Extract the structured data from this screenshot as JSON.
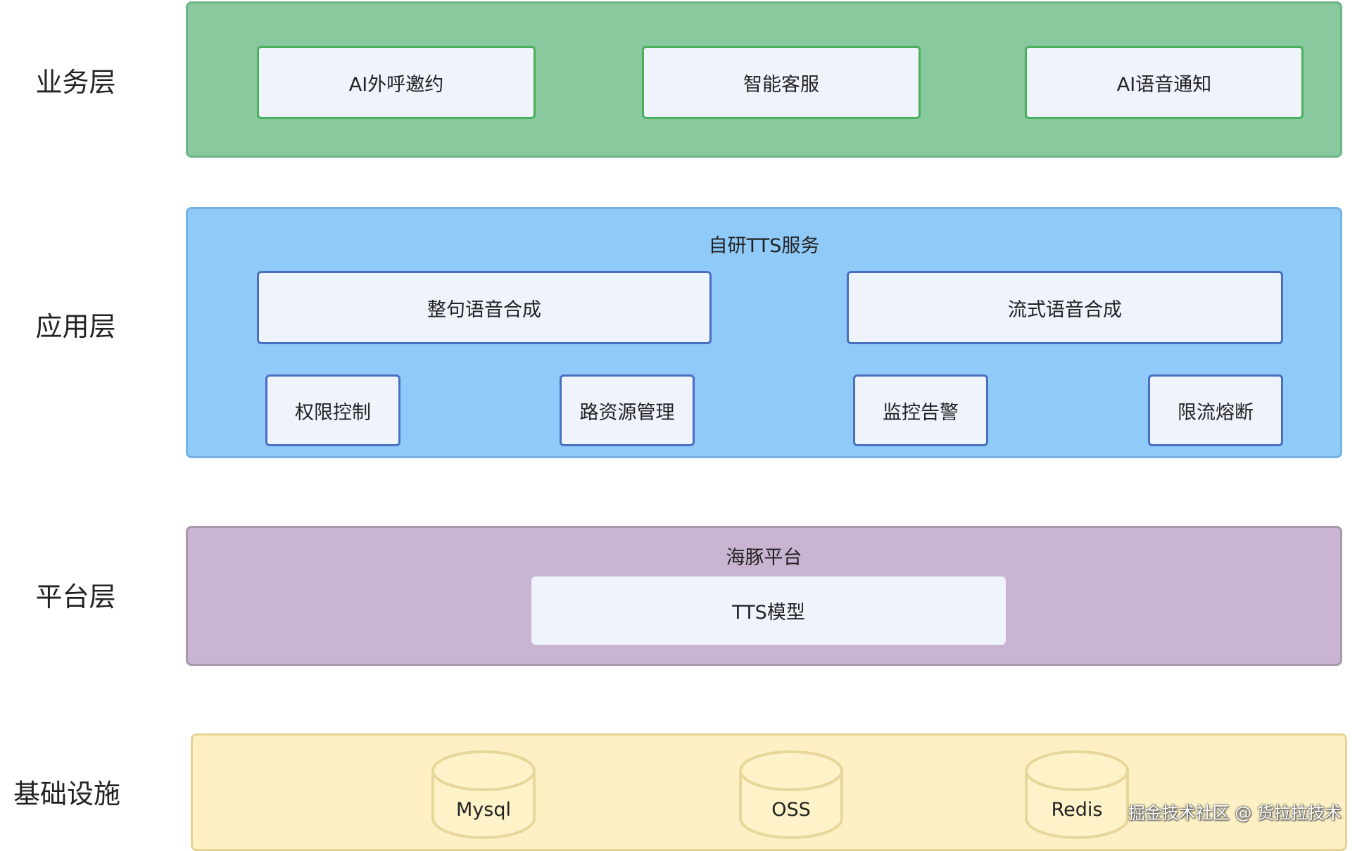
{
  "colors": {
    "business_fill": "#88c99d",
    "business_border": "#6db585",
    "app_fill": "#90caf9",
    "app_border": "#74b2e6",
    "platform_fill": "#c9b5d1",
    "platform_border": "#a898ac",
    "infra_fill": "#fdf0c4",
    "infra_border": "#e5d493",
    "box_fill": "#eef3fc",
    "cylinder_fill": "#fdf2c8",
    "cylinder_border": "#e8d79a"
  },
  "layers": {
    "business": {
      "label": "业务层",
      "items": [
        "AI外呼邀约",
        "智能客服",
        "AI语音通知"
      ]
    },
    "application": {
      "label": "应用层",
      "title": "自研TTS服务",
      "primary": [
        "整句语音合成",
        "流式语音合成"
      ],
      "secondary": [
        "权限控制",
        "路资源管理",
        "监控告警",
        "限流熔断"
      ]
    },
    "platform": {
      "label": "平台层",
      "title": "海豚平台",
      "items": [
        "TTS模型"
      ]
    },
    "infrastructure": {
      "label": "基础设施",
      "items": [
        "Mysql",
        "OSS",
        "Redis"
      ]
    }
  },
  "watermark": "掘金技术社区 @ 货拉拉技术"
}
